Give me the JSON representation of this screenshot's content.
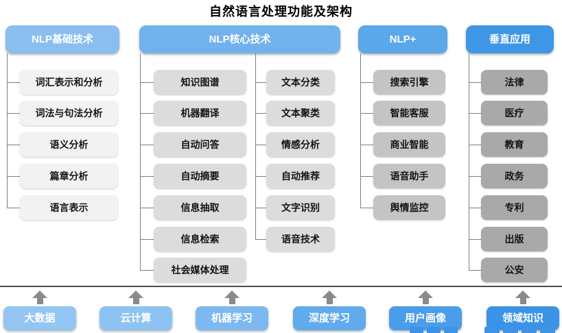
{
  "title": "自然语言处理功能及架构",
  "colors": {
    "connector_line": "#7d7d7d",
    "separator_line": "#4b4b4b",
    "arrow": "#8a8a8a",
    "watermark_blue": "#3d94e6"
  },
  "sections": [
    {
      "id": "nlp-basic",
      "header": "NLP基础技术",
      "header_color": "#8abeef",
      "box_color": "#f2f2f2",
      "groups": [
        {
          "items": [
            "词汇表示和分析",
            "词法与句法分析",
            "语义分析",
            "篇章分析",
            "语言表示"
          ]
        }
      ]
    },
    {
      "id": "nlp-core",
      "header": "NLP核心技术",
      "header_color": "#71b2ec",
      "box_color": "#dcdcdc",
      "groups": [
        {
          "items": [
            "知识图谱",
            "机器翻译",
            "自动问答",
            "自动摘要",
            "信息抽取",
            "信息检索",
            "社会媒体处理"
          ]
        },
        {
          "items": [
            "文本分类",
            "文本聚类",
            "情感分析",
            "自动推荐",
            "文字识别",
            "语音技术"
          ]
        }
      ]
    },
    {
      "id": "nlp-plus",
      "header": "NLP+",
      "header_color": "#5aa7e9",
      "box_color": "#c4c4c4",
      "groups": [
        {
          "items": [
            "搜索引擎",
            "智能客服",
            "商业智能",
            "语音助手",
            "舆情监控"
          ]
        }
      ]
    },
    {
      "id": "vertical-apps",
      "header": "垂直应用",
      "header_color": "#3e96e6",
      "box_color": "#a9a9a9",
      "groups": [
        {
          "items": [
            "法律",
            "医疗",
            "教育",
            "政务",
            "专利",
            "出版",
            "公安"
          ]
        }
      ]
    }
  ],
  "foundation": {
    "items": [
      {
        "label": "大数据",
        "color": "#93c6f2"
      },
      {
        "label": "云计算",
        "color": "#8dc3f2"
      },
      {
        "label": "机器学习",
        "color": "#7db9ef"
      },
      {
        "label": "深度学习",
        "color": "#61aaec"
      },
      {
        "label": "用户画像",
        "color": "#4a9de9"
      },
      {
        "label": "领域知识",
        "color": "#3b93e6"
      }
    ]
  }
}
